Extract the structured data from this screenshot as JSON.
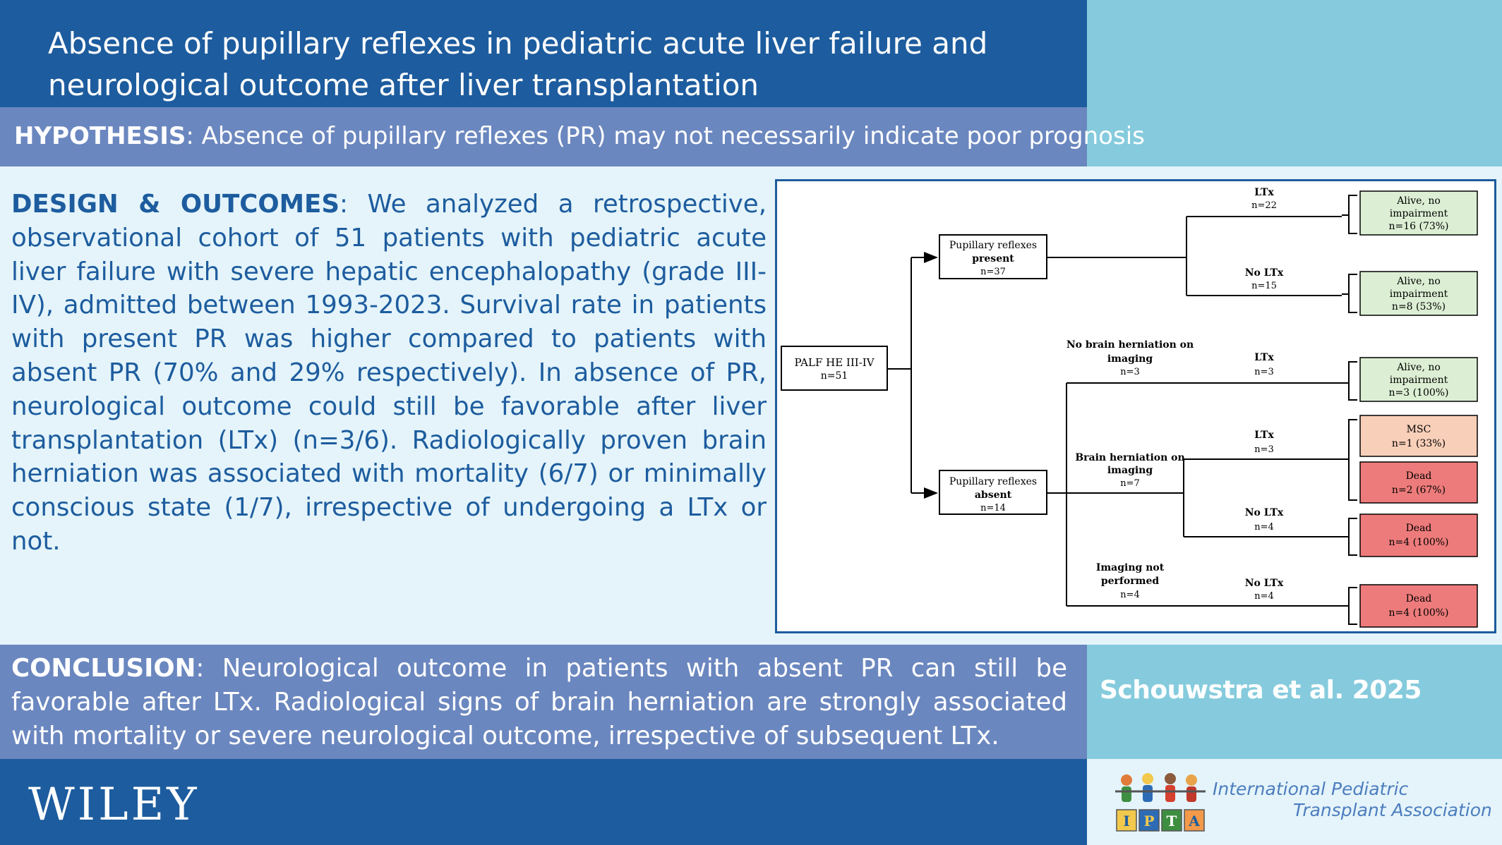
{
  "header": {
    "title_line1": "Absence of pupillary reflexes in pediatric acute liver failure and",
    "title_line2": "neurological outcome after liver transplantation"
  },
  "hypothesis": {
    "label": "HYPOTHESIS",
    "text": ": Absence of pupillary reflexes (PR) may not necessarily indicate poor prognosis"
  },
  "design": {
    "label": "DESIGN & OUTCOMES",
    "text": ": We analyzed a retrospective, observational cohort of 51 patients with pediatric acute liver failure with severe hepatic encephalopathy (grade III-IV), admitted between 1993-2023. Survival rate in patients with present PR was higher compared to patients with absent PR (70% and 29% respectively). In absence of PR, neurological outcome could still be favorable after liver transplantation (LTx) (n=3/6). Radiologically proven brain herniation was associated with mortality (6/7) or minimally conscious state (1/7), irrespective of undergoing a LTx or not."
  },
  "diagram": {
    "root": {
      "line1": "PALF HE III-IV",
      "line2": "n=51"
    },
    "present": {
      "line1": "Pupillary reflexes",
      "line2": "present",
      "line3": "n=37"
    },
    "absent": {
      "line1": "Pupillary reflexes",
      "line2": "absent",
      "line3": "n=14"
    },
    "branch_ltx_present": {
      "line1": "LTx",
      "line2": "n=22"
    },
    "branch_noltx_present": {
      "line1": "No LTx",
      "line2": "n=15"
    },
    "no_herniation": {
      "line1": "No brain herniation on",
      "line2": "imaging",
      "line3": "n=3"
    },
    "herniation": {
      "line1": "Brain herniation on",
      "line2": "imaging",
      "line3": "n=7"
    },
    "not_performed": {
      "line1": "Imaging not",
      "line2": "performed",
      "line3": "n=4"
    },
    "branch_ltx_noherniation": {
      "line1": "LTx",
      "line2": "n=3"
    },
    "branch_ltx_herniation": {
      "line1": "LTx",
      "line2": "n=3"
    },
    "branch_noltx_herniation": {
      "line1": "No LTx",
      "line2": "n=4"
    },
    "branch_noltx_notperformed": {
      "line1": "No LTx",
      "line2": "n=4"
    },
    "outcomes": [
      {
        "line1": "Alive, no",
        "line2": "impairment",
        "line3": "n=16 (73%)"
      },
      {
        "line1": "Alive, no",
        "line2": "impairment",
        "line3": "n=8 (53%)"
      },
      {
        "line1": "Alive, no",
        "line2": "impairment",
        "line3": "n=3 (100%)"
      },
      {
        "line1": "MSC",
        "line2": "n=1 (33%)"
      },
      {
        "line1": "Dead",
        "line2": "n=2 (67%)"
      },
      {
        "line1": "Dead",
        "line2": "n=4 (100%)"
      },
      {
        "line1": "Dead",
        "line2": "n=4 (100%)"
      }
    ],
    "colors": {
      "alive": "#dcefd4",
      "msc": "#f8cfb8",
      "dead": "#ee7b7b",
      "frame": "#1d5c9e"
    }
  },
  "conclusion": {
    "label": "CONCLUSION",
    "text": ": Neurological outcome in patients with absent PR can still be favorable after LTx. Radiological signs of brain herniation are strongly associated with mortality or severe neurological outcome, irrespective of subsequent LTx."
  },
  "citation": "Schouwstra et al. 2025",
  "footer": {
    "publisher": "WILEY",
    "ipta_letters": [
      "I",
      "P",
      "T",
      "A"
    ],
    "ipta_name_line1": "International Pediatric",
    "ipta_name_line2": "Transplant Association"
  }
}
